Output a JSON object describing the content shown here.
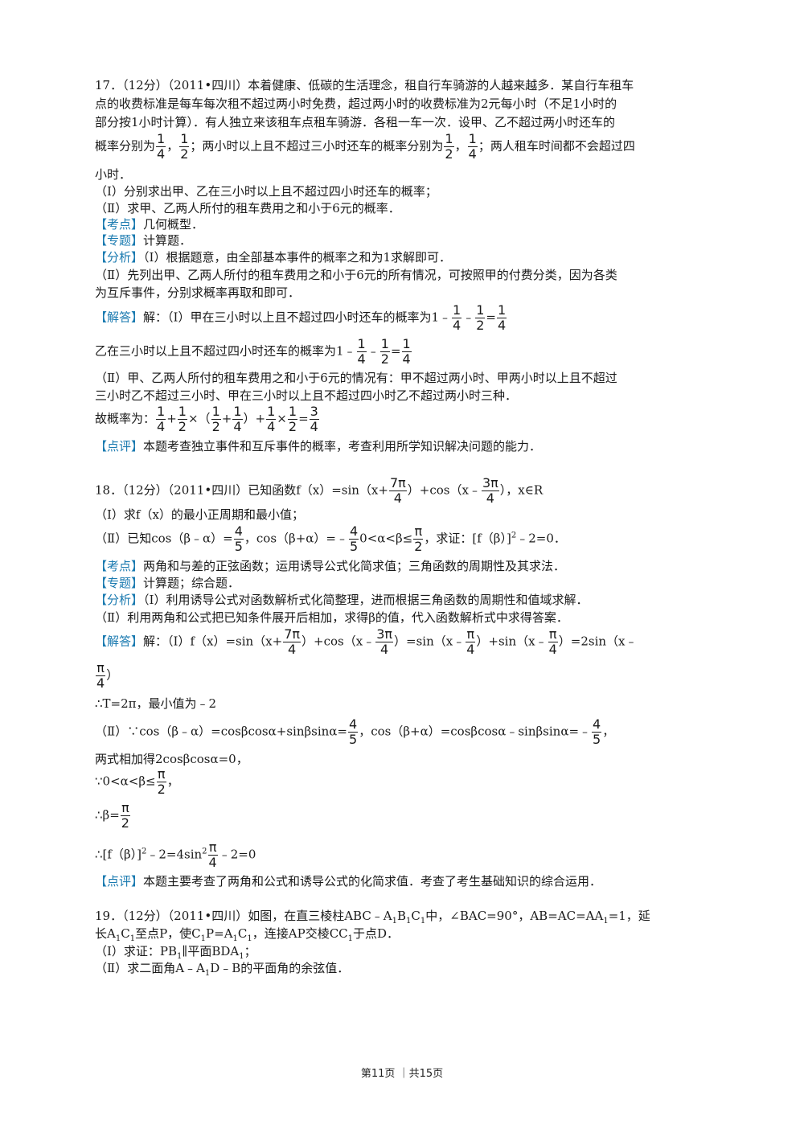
{
  "p17": {
    "l1": "17．（12分）（2011•四川）本着健康、低碳的生活理念，租自行车骑游的人越来越多．某自行车租车",
    "l2": "点的收费标准是每车每次租不超过两小时免费，超过两小时的收费标准为2元每小时（不足1小时的",
    "l3": "部分按1小时计算）．有人独立来该租车点租车骑游．各租一车一次．设甲、乙不超过两小时还车的",
    "l4a": "概率分别为",
    "l4b": "，",
    "l4c": "；两小时以上且不超过三小时还车的概率分别为",
    "l4d": "，",
    "l4e": "；两人租车时间都不会超过四",
    "l5": "小时．",
    "q1": "（Ⅰ）分别求出甲、乙在三小时以上且不超过四小时还车的概率；",
    "q2": "（Ⅱ）求甲、乙两人所付的租车费用之和小于6元的概率．",
    "kd_tag": "【考点】",
    "kd": "几何概型．",
    "zt_tag": "【专题】",
    "zt": "计算题．",
    "fx_tag": "【分析】",
    "fx1": "（Ⅰ）根据题意，由全部基本事件的概率之和为1求解即可．",
    "fx2": "（Ⅱ）先列出甲、乙两人所付的租车费用之和小于6元的所有情况，可按照甲的付费分类，因为各类",
    "fx3": "为互斥事件，分别求概率再取和即可．",
    "jd_tag": "【解答】",
    "jd1": "解：（Ⅰ）甲在三小时以上且不超过四小时还车的概率为1﹣",
    "jd2": "乙在三小时以上且不超过四小时还车的概率为1﹣",
    "jd3": "（Ⅱ）甲、乙两人所付的租车费用之和小于6元的情况有：甲不超过两小时、甲两小时以上且不超过",
    "jd4": "三小时乙不超过三小时、甲在三小时以上且不超过四小时乙不超过两小时三种．",
    "jd5": "故概率为：",
    "dp_tag": "【点评】",
    "dp": "本题考查独立事件和互斥事件的概率，考查利用所学知识解决问题的能力．",
    "f14": {
      "n": "1",
      "d": "4"
    },
    "f12": {
      "n": "1",
      "d": "2"
    },
    "f34": {
      "n": "3",
      "d": "4"
    },
    "minus": "﹣",
    "eq": "=",
    "plus": "+",
    "times": "×",
    "lp": "（",
    "rp": "）"
  },
  "p18": {
    "l1a": "18．（12分）（2011•四川）已知函数f（x）=sin（x+",
    "l1b": "）+cos（x﹣",
    "l1c": "），x∈R",
    "f7pi4": {
      "n": "7π",
      "d": "4"
    },
    "f3pi4": {
      "n": "3π",
      "d": "4"
    },
    "fpi4": {
      "n": "π",
      "d": "4"
    },
    "fpi2": {
      "n": "π",
      "d": "2"
    },
    "f45": {
      "n": "4",
      "d": "5"
    },
    "q1": "（Ⅰ）求f（x）的最小正周期和最小值；",
    "q2a": "（Ⅱ）已知cos（β﹣α）=",
    "q2b": "，cos（β+α）=﹣",
    "q2c": "0<α<β≤",
    "q2d": "，求证：[f（β）]",
    "q2e": "﹣2=0．",
    "sq": "2",
    "kd_tag": "【考点】",
    "kd": "两角和与差的正弦函数；运用诱导公式化简求值；三角函数的周期性及其求法．",
    "zt_tag": "【专题】",
    "zt": "计算题；综合题．",
    "fx_tag": "【分析】",
    "fx1": "（Ⅰ）利用诱导公式对函数解析式化简整理，进而根据三角函数的周期性和值域求解．",
    "fx2": "（Ⅱ）利用两角和公式把已知条件展开后相加，求得β的值，代入函数解析式中求得答案．",
    "jd_tag": "【解答】",
    "jd1a": "解：（Ⅰ）f（x）=sin（x+",
    "jd1b": "）+cos（x﹣",
    "jd1c": "）=sin（x﹣",
    "jd1d": "）+sin（x﹣",
    "jd1e": "）=2sin（x﹣",
    "jd2": "）",
    "jd3": "∴T=2π，最小值为﹣2",
    "jd4a": "（Ⅱ）∵cos（β﹣α）=cosβcosα+sinβsinα=",
    "jd4b": "，cos（β+α）=cosβcosα﹣sinβsinα=﹣",
    "jd4c": "，",
    "jd5": "两式相加得2cosβcosα=0，",
    "jd6a": "∵0<α<β≤",
    "jd6b": "，",
    "jd7": "∴β=",
    "jd8a": "∴[f（β）]",
    "jd8b": "﹣2=4sin",
    "jd8c": "﹣2=0",
    "dp_tag": "【点评】",
    "dp": "本题主要考查了两角和公式和诱导公式的化简求值．考查了考生基础知识的综合运用．"
  },
  "p19": {
    "l1a": "19．（12分）（2011•四川）如图，在直三棱柱ABC﹣A",
    "l1b": "B",
    "l1c": "C",
    "l1d": "中，∠BAC=90°，AB=AC=AA",
    "l1e": "=1，延",
    "l2a": "长A",
    "l2b": "C",
    "l2c": "至点P，使C",
    "l2d": "P=A",
    "l2e": "C",
    "l2f": "，连接AP交棱CC",
    "l2g": "于点D．",
    "q1a": "（Ⅰ）求证：PB",
    "q1b": "∥平面BDA",
    "q1c": "；",
    "q2a": "（Ⅱ）求二面角A﹣A",
    "q2b": "D﹣B的平面角的余弦值．",
    "sub1": "1"
  },
  "footer": "第11页 ｜共15页"
}
